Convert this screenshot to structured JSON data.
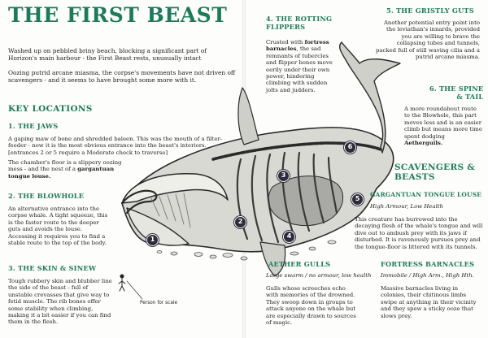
{
  "title": "THE FIRST BEAST",
  "intro": {
    "p1": "Washed up on pebbled briny beach, blocking a significant part of Horizon's main harbour - the First Beast rests, unusually intact",
    "p2": "Oozing putrid arcane miasma, the corpse's movements have not driven off scavengers - and it seems to have brought some more with it."
  },
  "key_locations": {
    "heading": "KEY LOCATIONS",
    "jaws": {
      "title": "1.  THE JAWS",
      "p1": "A gaping maw of bone and shredded baleen. This was the mouth of a filter-feeder - now it is the most obvious entrance into the beast's interiors. [entrances 2 or 5 require a Moderate check to traverse]",
      "p2_a": "The chamber's floor is a slippery oozing mess - and the nest of a ",
      "p2_b": "gargantuan tongue louse."
    },
    "blowhole": {
      "title": "2.  THE BLOWHOLE",
      "text": "An alternative entrance into the corpse whale. A tight squeeze, this is the faster route to the deeper guts and avoids the louse. Accessing it requires you to find a stable route to the top of the body."
    },
    "skin": {
      "title": "3.  THE SKIN & SINEW",
      "text": "Tough rubbery skin and blubber line the side of the beast - full of unstable crevasses that give way to fetid muscle. The rib bones offer some stability when climbing, making it a bit easier if you can find them in the flesh."
    },
    "rotting": {
      "title_l1": "4. THE ROTTING",
      "title_l2": "FLIPPERS",
      "text_a": "Crusted with ",
      "text_b": "fortress barnacles",
      "text_c": ", the sad remnants of tubercles and flipper bones move eerily under their own power, hindering climbing with sudden jolts and judders."
    },
    "guts": {
      "title": "5. THE GRISTLY GUTS",
      "text": "Another potential entry point into the leviathan's innards, provided you are willing to brave the collapsing tubes and tunnels, packed full of still waving cilia and a putrid arcane miasma."
    },
    "spine": {
      "title_l1": "6. THE SPINE",
      "title_l2": "& TAIL",
      "text_a": "A more roundabout route to the Blowhole, this part moves less and is an easier climb but means more time spent dodging ",
      "text_b": "Aetherguils."
    }
  },
  "scavengers": {
    "heading_l1": "SCAVENGERS &",
    "heading_l2": "BEASTS",
    "louse": {
      "title": "GARGANTUAN TONGUE LOUSE",
      "stats": "High Armour, Low Health",
      "text": "This creature has burrowed into the decaying flesh of the whale's tongue and will dive out to ambush prey with its jaws if disturbed. It is ravenously pursues prey and the tongue-floor is littered with its tunnels."
    },
    "gulls": {
      "title": "AETHER GULLS",
      "stats": "Large swarm / no armour, low health",
      "text": "Gulls whose screeches echo with memories of the drowned. They swoop down in groups to attack anyone on the whale but are especially drawn to sources of magic."
    },
    "barnacles": {
      "title": "FORTRESS BARNACLES",
      "stats": "Immobile / High Arm., High Hth.",
      "text": "Massive barnacles living in colonies, their chitinous limbs swipe at anything in their vicinity and they spew a sticky ooze that slows prey."
    }
  },
  "illustration": {
    "person_label": "Person for scale",
    "markers": [
      "1",
      "2",
      "3",
      "4",
      "5",
      "6"
    ]
  }
}
